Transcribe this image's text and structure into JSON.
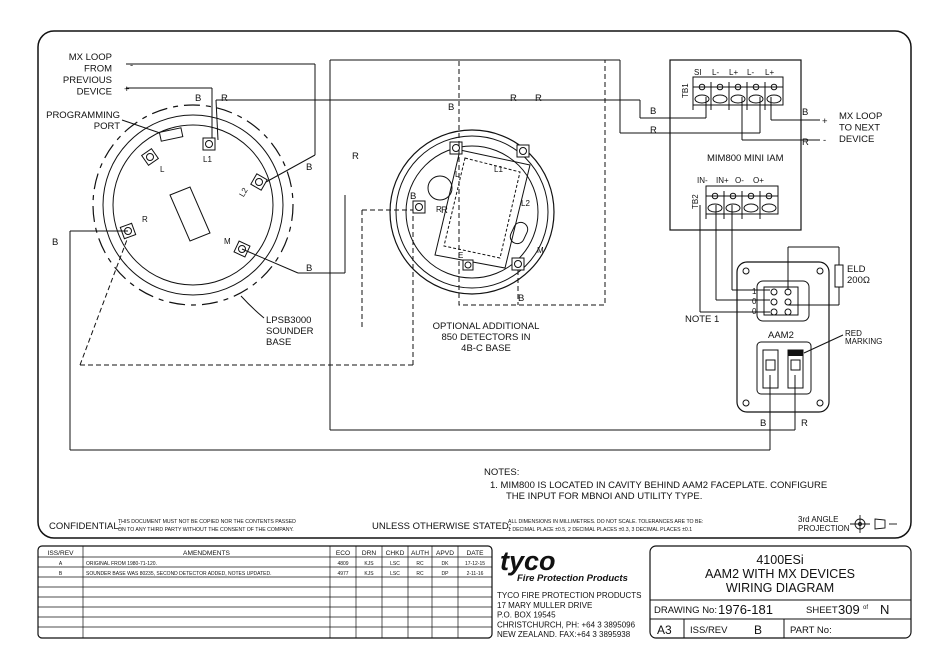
{
  "labels": {
    "mx_loop_prev": [
      "MX LOOP",
      "FROM",
      "PREVIOUS",
      "DEVICE"
    ],
    "mx_loop_next": [
      "MX LOOP",
      "TO NEXT",
      "DEVICE"
    ],
    "minus": "-",
    "plus": "+",
    "programming_port": [
      "PROGRAMMING",
      "PORT"
    ],
    "lpsb": [
      "LPSB3000",
      "SOUNDER",
      "BASE"
    ],
    "base_terminals": [
      "L1",
      "L2",
      "M",
      "R",
      "L"
    ],
    "optional_detectors": [
      "OPTIONAL ADDITIONAL",
      "850 DETECTORS IN",
      "4B-C BASE"
    ],
    "detector_terminals": [
      "L1",
      "L",
      "L2",
      "R",
      "M",
      "E"
    ],
    "mim_title": "MIM800 MINI IAM",
    "tb1": "TB1",
    "tb1_terms": [
      "SI",
      "L-",
      "L+",
      "L-",
      "L+"
    ],
    "tb2": "TB2",
    "tb2_terms": [
      "IN-",
      "IN+",
      "O-",
      "O+"
    ],
    "eld": [
      "ELD",
      "200Ω"
    ],
    "note1": "NOTE 1",
    "aam2": "AAM2",
    "red_marking": [
      "RED",
      "MARKING"
    ],
    "aam2_nums": [
      "1",
      "0",
      "0"
    ],
    "wire_B": "B",
    "wire_R": "R"
  },
  "notes": {
    "heading": "NOTES:",
    "items": [
      "1.  MIM800 IS LOCATED IN CAVITY BEHIND AAM2 FACEPLATE. CONFIGURE",
      "THE INPUT FOR MBNOI AND UTILITY TYPE."
    ]
  },
  "footer": {
    "confidential_label": "CONFIDENTIAL:",
    "confidential_text": [
      "THIS DOCUMENT MUST NOT BE COPIED NOR THE CONTENTS PASSED",
      "ON TO ANY THIRD PARTY WITHOUT THE CONSENT OF THE COMPANY."
    ],
    "unless": "UNLESS OTHERWISE STATED:",
    "dims_text": [
      "ALL DIMENSIONS IN MILLIMETRES. DO NOT SCALE. TOLERANCES ARE TO BE:",
      "1 DECIMAL PLACE ±0.5, 2 DECIMAL PLACES ±0.3, 3 DECIMAL PLACES ±0.1"
    ],
    "projection": [
      "3rd ANGLE",
      "PROJECTION"
    ]
  },
  "revision_table": {
    "headers": [
      "ISS/REV",
      "AMENDMENTS",
      "ECO",
      "DRN",
      "CHKD",
      "AUTH",
      "APVD",
      "DATE"
    ],
    "rows": [
      [
        "A",
        "ORIGINAL FROM 1980-71-120.",
        "4809",
        "KJS",
        "LSC",
        "RC",
        "DK",
        "17-12-15"
      ],
      [
        "B",
        "SOUNDER BASE WAS 80235, SECOND DETECTOR ADDED, NOTES UPDATED.",
        "4977",
        "KJS",
        "LSC",
        "RC",
        "DP",
        "2-11-16"
      ]
    ]
  },
  "company": {
    "logo": "tyco",
    "tagline": "Fire Protection Products",
    "address": [
      "TYCO FIRE PROTECTION PRODUCTS",
      "17 MARY MULLER DRIVE",
      "P.O. BOX 19545",
      "CHRISTCHURCH,  PH: +64 3 3895096",
      "NEW ZEALAND.   FAX:+64 3 3895938"
    ]
  },
  "title_block": {
    "title": [
      "4100ESi",
      "AAM2 WITH MX DEVICES",
      "WIRING DIAGRAM"
    ],
    "drawing_label": "DRAWING No:",
    "drawing_no": "1976-181",
    "sheet_label": "SHEET",
    "sheet_no": "309",
    "sheet_of": "of",
    "sheet_total": "N",
    "size": "A3",
    "iss_label": "ISS/REV",
    "iss": "B",
    "part_label": "PART No:"
  },
  "colors": {
    "ink": "#111111",
    "paper": "#ffffff"
  }
}
